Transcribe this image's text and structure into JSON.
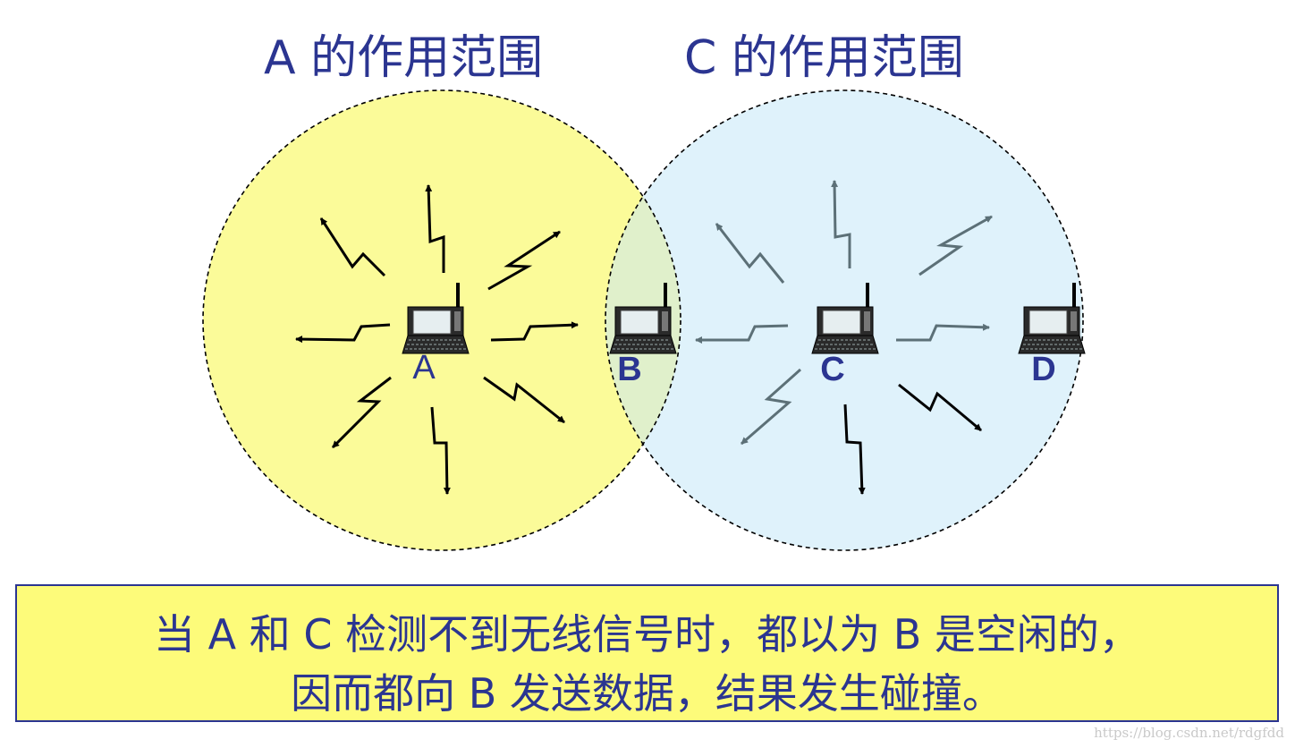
{
  "titles": {
    "a_range": "A 的作用范围",
    "c_range": "C 的作用范围"
  },
  "nodes": [
    {
      "id": "A",
      "label": "A"
    },
    {
      "id": "B",
      "label": "B"
    },
    {
      "id": "C",
      "label": "C"
    },
    {
      "id": "D",
      "label": "D"
    }
  ],
  "caption": {
    "line1": "当 A 和 C 检测不到无线信号时，都以为 B 是空闲的，",
    "line2": "因而都向 B 发送数据，结果发生碰撞。"
  },
  "watermark": "https://blog.csdn.net/rdgfdd",
  "colors": {
    "a_range_fill": "#fbfb99",
    "c_range_fill": "#dff2fb",
    "overlap_fill": "#e0f0cb",
    "text": "#2b3591",
    "caption_bg": "#fdfb7a",
    "signal_a": "#000000",
    "signal_c": "#5c7077"
  },
  "icons": {
    "station": "laptop-with-antenna-icon",
    "signal": "lightning-arrow-icon"
  }
}
